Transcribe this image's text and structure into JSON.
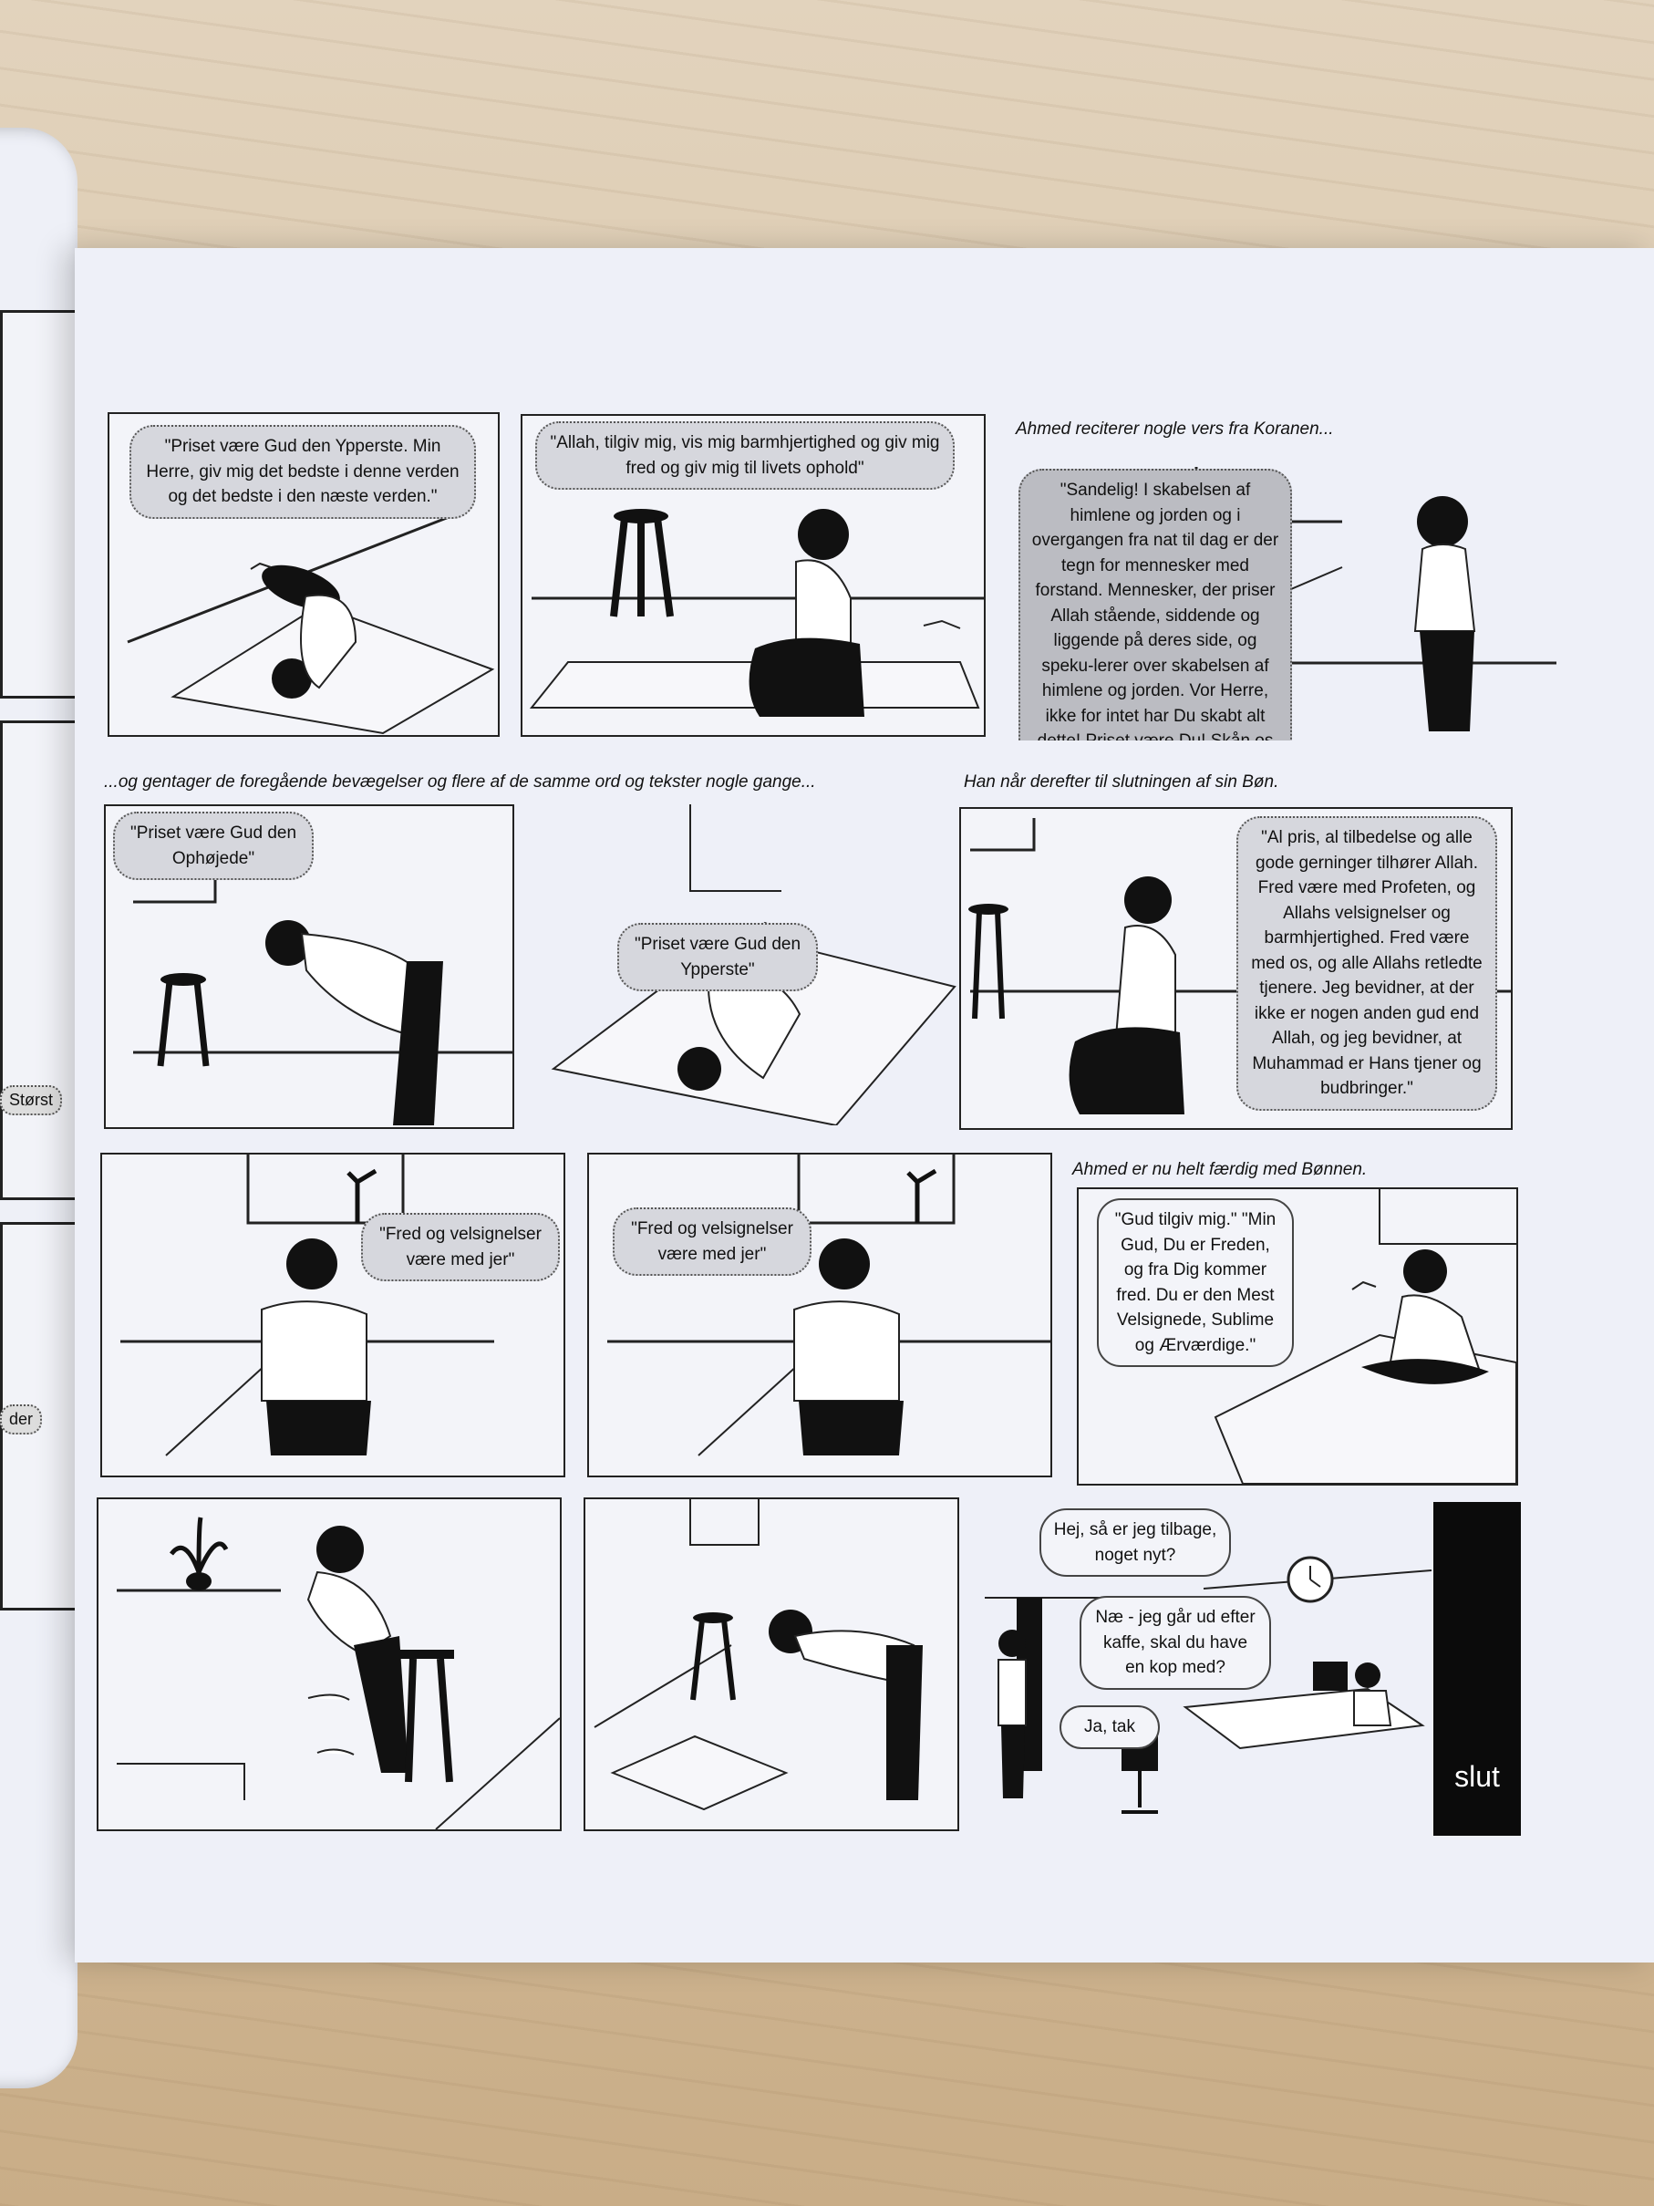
{
  "captions": {
    "c1": "Ahmed reciterer nogle vers fra Koranen...",
    "c2": "...og gentager de foregående bevægelser og flere af de samme ord og tekster nogle gange...",
    "c3": "Han når derefter til slutningen af sin Bøn.",
    "c4": "Ahmed er nu helt færdig med Bønnen."
  },
  "bubbles": {
    "r1p1": "\"Priset være Gud den Ypperste. Min Herre, giv mig det bedste i denne verden og det bedste i den næste verden.\"",
    "r1p2": "\"Allah, tilgiv mig, vis mig barmhjertighed og giv mig fred og giv mig til livets ophold\"",
    "r1p3": "\"Sandelig! I skabelsen af himlene og jorden og i overgangen fra nat til dag er der tegn for mennesker med forstand. Mennesker, der priser Allah stående, siddende og liggende på deres side, og speku-lerer over skabelsen af himlene og jorden. Vor Herre, ikke for intet har Du skabt alt dette! Priset være Du! Skån os for ildens straf.\"",
    "r2p1": "\"Priset være Gud den Ophøjede\"",
    "r2p2": "\"Priset være Gud den Ypperste\"",
    "r2p3": "\"Al pris, al tilbedelse og alle gode gerninger tilhører Allah. Fred være med Profeten, og Allahs velsignelser og barmhjertighed. Fred være med os, og alle Allahs retledte tjenere. Jeg bevidner, at der ikke er nogen anden gud end Allah, og jeg bevidner, at Muhammad er Hans tjener og budbringer.\"",
    "r3p1": "\"Fred og velsignelser være med jer\"",
    "r3p2": "\"Fred og velsignelser være med jer\"",
    "r3p3": "\"Gud tilgiv mig.\" \"Min Gud, Du er Freden, og fra Dig kommer fred. Du er den Mest Velsignede, Sublime og Ærværdige.\"",
    "r4p3a": "Hej, så er jeg tilbage, noget nyt?",
    "r4p3b": "Næ - jeg går ud efter kaffe, skal du have en kop med?",
    "r4p3c": "Ja, tak"
  },
  "end_label": "slut",
  "left_page": {
    "fragment1": "Størst",
    "fragment2": "der"
  }
}
